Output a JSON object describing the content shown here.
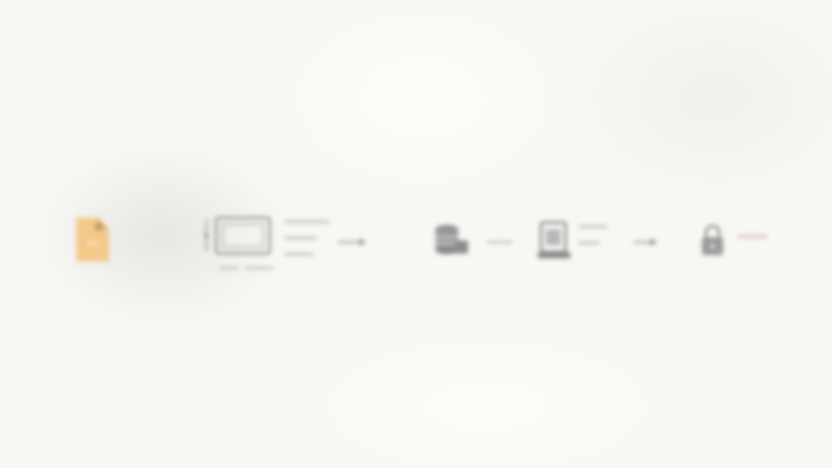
{
  "diagram": {
    "nodes": [
      {
        "icon": "document-icon",
        "color": "#f3c98a"
      },
      {
        "icon": "monitor-icon"
      },
      {
        "icon": "database-icon"
      },
      {
        "icon": "laptop-icon"
      },
      {
        "icon": "lock-icon",
        "color": "#c89a9a"
      }
    ],
    "connectors": [
      "arrow",
      "dash",
      "arrow"
    ]
  }
}
